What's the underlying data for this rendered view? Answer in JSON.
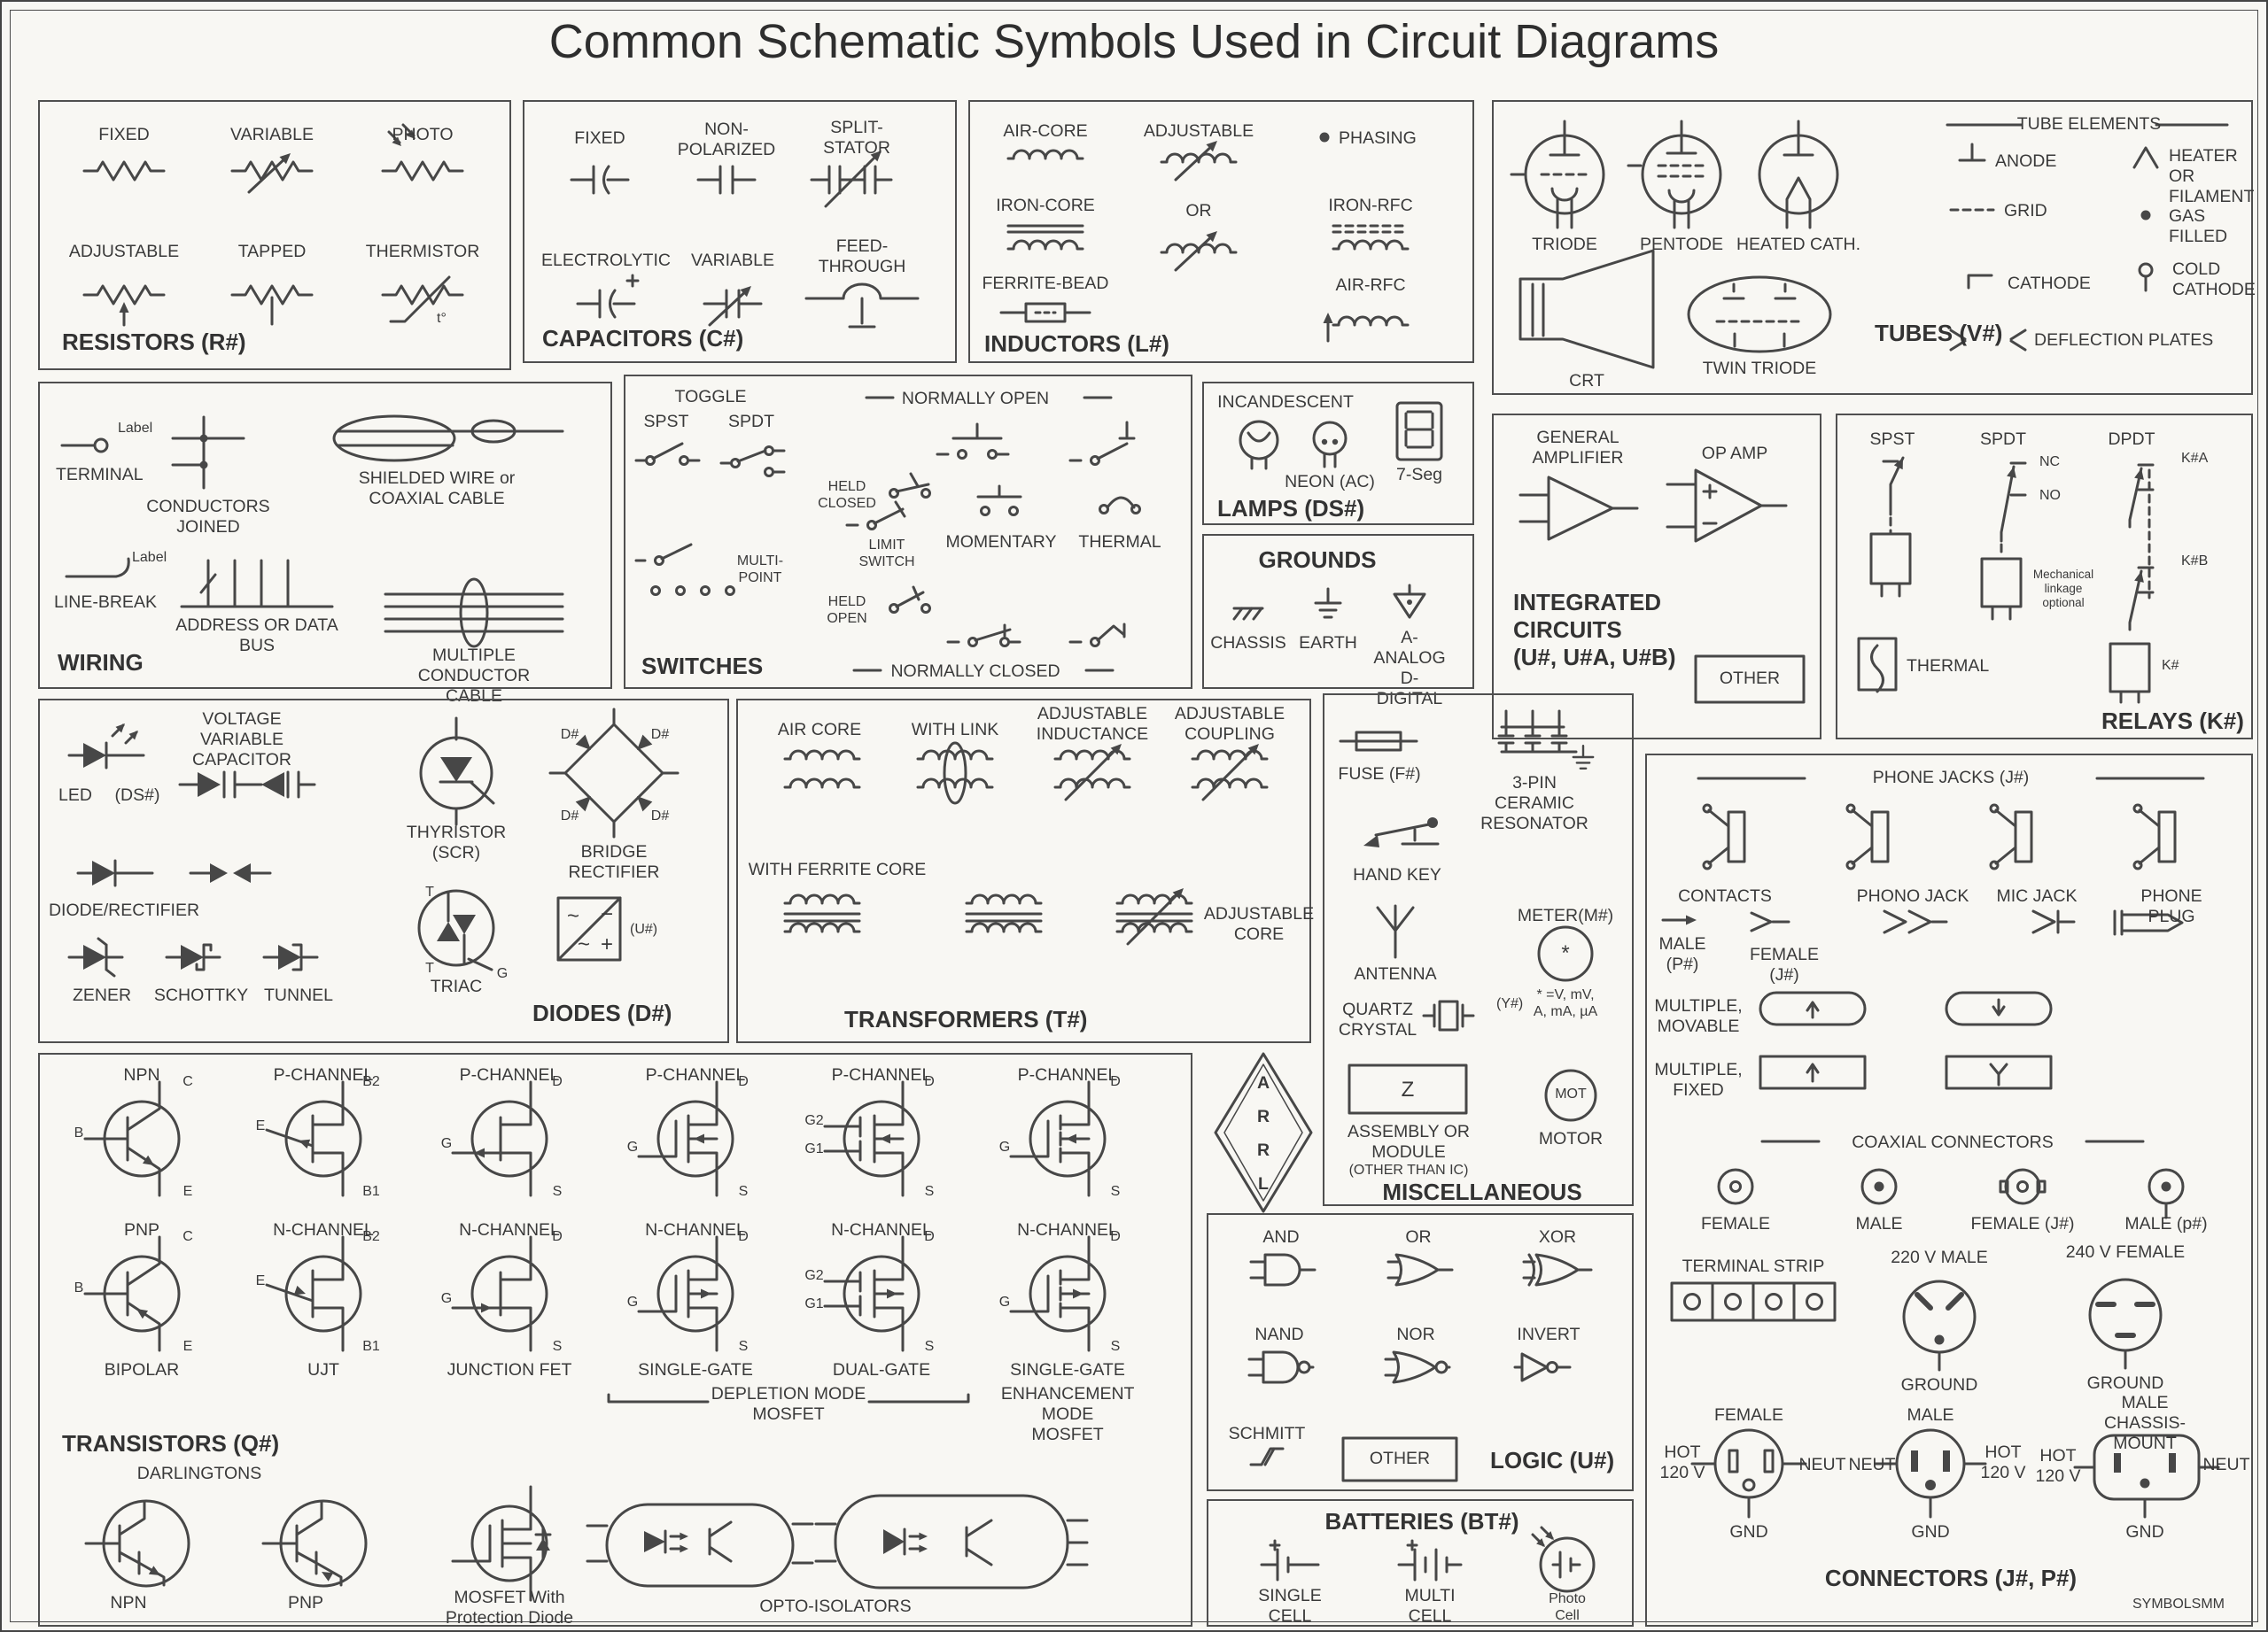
{
  "title": "Common Schematic Symbols Used in Circuit Diagrams",
  "resistors": {
    "title": "RESISTORS (R#)",
    "fixed": "FIXED",
    "variable": "VARIABLE",
    "photo": "PHOTO",
    "adjustable": "ADJUSTABLE",
    "tapped": "TAPPED",
    "thermistor": "THERMISTOR",
    "t_deg": "t°"
  },
  "capacitors": {
    "title": "CAPACITORS (C#)",
    "fixed": "FIXED",
    "non_polarized": "NON-\nPOLARIZED",
    "split_stator": "SPLIT-STATOR",
    "electrolytic": "ELECTROLYTIC",
    "variable": "VARIABLE",
    "feed_through": "FEED-\nTHROUGH"
  },
  "inductors": {
    "title": "INDUCTORS (L#)",
    "air_core": "AIR-CORE",
    "adjustable": "ADJUSTABLE",
    "phasing": "PHASING",
    "iron_core": "IRON-CORE",
    "or": "OR",
    "iron_rfc": "IRON-RFC",
    "ferrite_bead": "FERRITE-BEAD",
    "air_rfc": "AIR-RFC"
  },
  "tubes": {
    "title": "TUBES (V#)",
    "elements_title": "TUBE ELEMENTS",
    "triode": "TRIODE",
    "pentode": "PENTODE",
    "heated_cath": "HEATED CATH.",
    "crt": "CRT",
    "twin_triode": "TWIN TRIODE",
    "anode": "ANODE",
    "grid": "GRID",
    "cathode": "CATHODE",
    "heater": "HEATER OR\nFILAMENT",
    "gas_filled": "GAS FILLED",
    "cold_cathode": "COLD\nCATHODE",
    "deflection": "DEFLECTION PLATES"
  },
  "wiring": {
    "title": "WIRING",
    "label": "Label",
    "terminal": "TERMINAL",
    "conductors_joined": "CONDUCTORS\nJOINED",
    "shielded": "SHIELDED WIRE or\nCOAXIAL CABLE",
    "line_break": "LINE-BREAK",
    "bus": "ADDRESS OR DATA\nBUS",
    "multi_cable": "MULTIPLE CONDUCTOR\nCABLE"
  },
  "switches": {
    "title": "SWITCHES",
    "toggle": "TOGGLE",
    "spst": "SPST",
    "spdt": "SPDT",
    "normally_open": "NORMALLY OPEN",
    "held_closed": "HELD\nCLOSED",
    "limit": "LIMIT\nSWITCH",
    "momentary": "MOMENTARY",
    "thermal": "THERMAL",
    "multi_point": "MULTI-\nPOINT",
    "held_open": "HELD\nOPEN",
    "normally_closed": "NORMALLY CLOSED"
  },
  "lamps": {
    "title": "LAMPS (DS#)",
    "incandescent": "INCANDESCENT",
    "neon": "NEON (AC)",
    "seven_seg": "7-Seg"
  },
  "grounds": {
    "title": "GROUNDS",
    "chassis": "CHASSIS",
    "earth": "EARTH",
    "analog_digital": "A-ANALOG\nD-DIGITAL"
  },
  "ic": {
    "title": "INTEGRATED\nCIRCUITS\n(U#, U#A, U#B)",
    "general": "GENERAL\nAMPLIFIER",
    "op_amp": "OP AMP",
    "other": "OTHER"
  },
  "relays": {
    "title": "RELAYS (K#)",
    "spst": "SPST",
    "spdt": "SPDT",
    "dpdt": "DPDT",
    "nc": "NC",
    "no": "NO",
    "ka": "K#A",
    "kb": "K#B",
    "k": "K#",
    "thermal": "THERMAL",
    "mech": "Mechanical\nlinkage\noptional"
  },
  "diodes": {
    "title": "DIODES (D#)",
    "led": "LED",
    "led_ref": "(DS#)",
    "vvc": "VOLTAGE\nVARIABLE\nCAPACITOR",
    "thyristor": "THYRISTOR\n(SCR)",
    "bridge": "BRIDGE\nRECTIFIER",
    "d_ref": "D#",
    "rectifier": "DIODE/RECTIFIER",
    "zener": "ZENER",
    "schottky": "SCHOTTKY",
    "tunnel": "TUNNEL",
    "triac": "TRIAC",
    "u_ref": "(U#)",
    "t": "T",
    "g": "G",
    "tilde": "~",
    "plus": "+",
    "minus": "−"
  },
  "transformers": {
    "title": "TRANSFORMERS (T#)",
    "air_core": "AIR CORE",
    "with_link": "WITH LINK",
    "adj_inductance": "ADJUSTABLE\nINDUCTANCE",
    "adj_coupling": "ADJUSTABLE\nCOUPLING",
    "ferrite": "WITH FERRITE CORE",
    "adj_core": "ADJUSTABLE\nCORE"
  },
  "misc": {
    "title": "MISCELLANEOUS",
    "fuse": "FUSE (F#)",
    "resonator": "3-PIN\nCERAMIC\nRESONATOR",
    "hand_key": "HAND KEY",
    "antenna": "ANTENNA",
    "meter": "METER(M#)",
    "star": "*",
    "meter_note": "* =V, mV,\nA, mA, µA",
    "quartz": "QUARTZ\nCRYSTAL",
    "y_ref": "(Y#)",
    "z": "Z",
    "assembly": "ASSEMBLY OR\nMODULE",
    "assembly_note": "(OTHER THAN IC)",
    "mot": "MOT",
    "motor": "MOTOR"
  },
  "arrl": {
    "l1": "A",
    "l2": "R",
    "l3": "R",
    "l4": "L"
  },
  "connectors": {
    "title": "CONNECTORS (J#, P#)",
    "phone_jacks": "PHONE JACKS (J#)",
    "contacts": "CONTACTS",
    "male_p": "MALE\n(P#)",
    "female_j": "FEMALE\n(J#)",
    "phono": "PHONO JACK",
    "mic": "MIC JACK",
    "phone_plug": "PHONE PLUG",
    "mult_movable": "MULTIPLE,\nMOVABLE",
    "mult_fixed": "MULTIPLE,\nFIXED",
    "coaxial": "COAXIAL CONNECTORS",
    "female": "FEMALE",
    "male": "MALE",
    "female_j2": "FEMALE (J#)",
    "male_p2": "MALE (p#)",
    "terminal_strip": "TERMINAL STRIP",
    "male220": "220 V MALE",
    "female240": "240 V FEMALE",
    "ground": "GROUND",
    "male_chassis": "MALE\nCHASSIS-MOUNT",
    "hot": "HOT\n120 V",
    "neut": "NEUT",
    "gnd": "GND",
    "symbolsmm": "SYMBOLSMM"
  },
  "transistors": {
    "title": "TRANSISTORS (Q#)",
    "npn": "NPN",
    "pnp": "PNP",
    "p_channel": "P-CHANNEL",
    "n_channel": "N-CHANNEL",
    "bipolar": "BIPOLAR",
    "ujt": "UJT",
    "jfet": "JUNCTION FET",
    "single_gate": "SINGLE-GATE",
    "dual_gate": "DUAL-GATE",
    "depletion": "DEPLETION MODE\nMOSFET",
    "enhancement": "ENHANCEMENT MODE\nMOSFET",
    "darlingtons": "DARLINGTONS",
    "mosfet_prot": "MOSFET With\nProtection Diode",
    "opto": "OPTO-ISOLATORS",
    "pins": {
      "b": "B",
      "c": "C",
      "e": "E",
      "g": "G",
      "d": "D",
      "s": "S",
      "g1": "G1",
      "g2": "G2",
      "b1": "B1",
      "b2": "B2"
    }
  },
  "logic": {
    "title": "LOGIC (U#)",
    "and": "AND",
    "or": "OR",
    "xor": "XOR",
    "nand": "NAND",
    "nor": "NOR",
    "invert": "INVERT",
    "schmitt": "SCHMITT",
    "other": "OTHER"
  },
  "batteries": {
    "title": "BATTERIES (BT#)",
    "single": "SINGLE\nCELL",
    "multi": "MULTI\nCELL",
    "photo": "Photo\nCell"
  }
}
